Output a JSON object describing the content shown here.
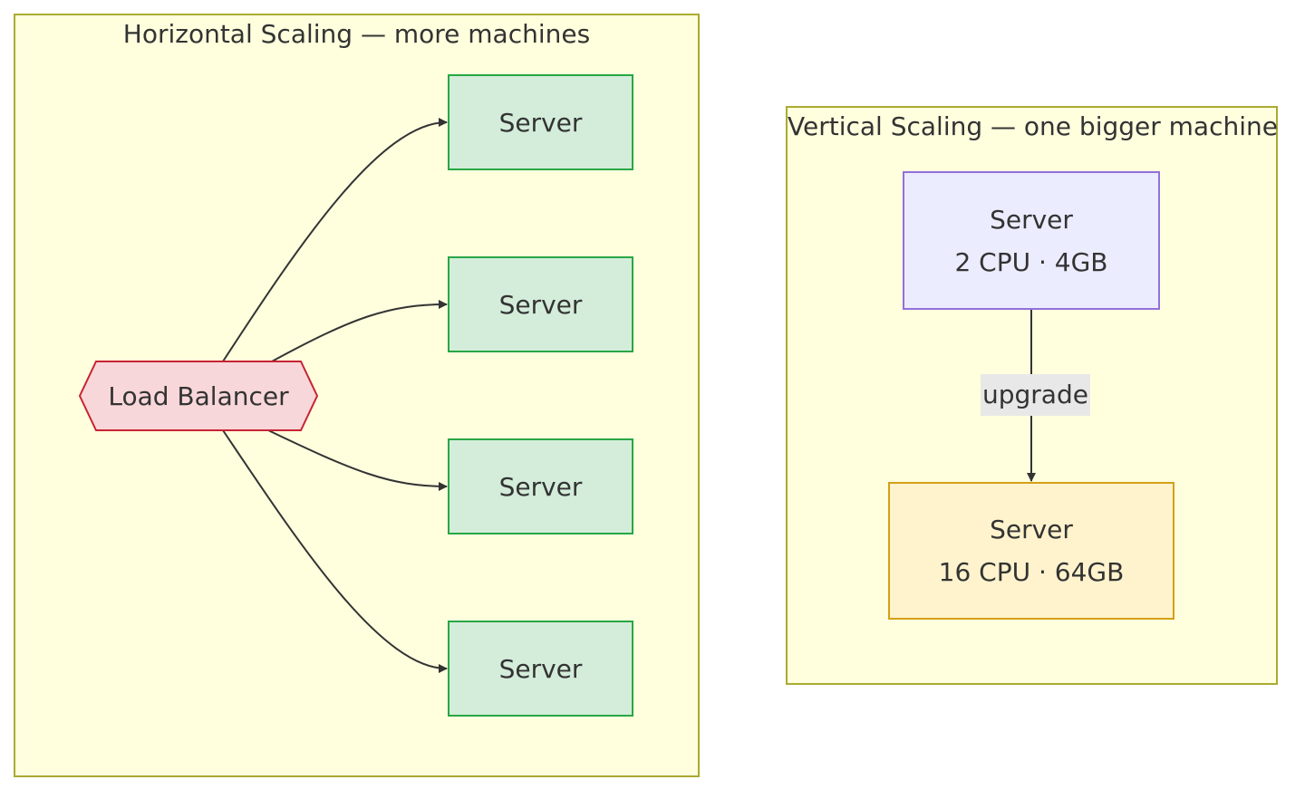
{
  "horizontal": {
    "title": "Horizontal Scaling — more machines",
    "load_balancer": "Load Balancer",
    "servers": [
      "Server",
      "Server",
      "Server",
      "Server"
    ]
  },
  "vertical": {
    "title": "Vertical Scaling — one bigger machine",
    "small_server": {
      "name": "Server",
      "spec": "2 CPU · 4GB"
    },
    "edge_label": "upgrade",
    "big_server": {
      "name": "Server",
      "spec": "16 CPU · 64GB"
    }
  },
  "colors": {
    "cluster_fill": "#ffffde",
    "cluster_border": "#aaaa33",
    "server_fill": "#d4edda",
    "server_border": "#28a745",
    "lb_fill": "#f8d7da",
    "lb_border": "#c82333",
    "small_fill": "#ececff",
    "small_border": "#9370db",
    "big_fill": "#fff3cd",
    "big_border": "#d4a017",
    "edge": "#333333"
  }
}
